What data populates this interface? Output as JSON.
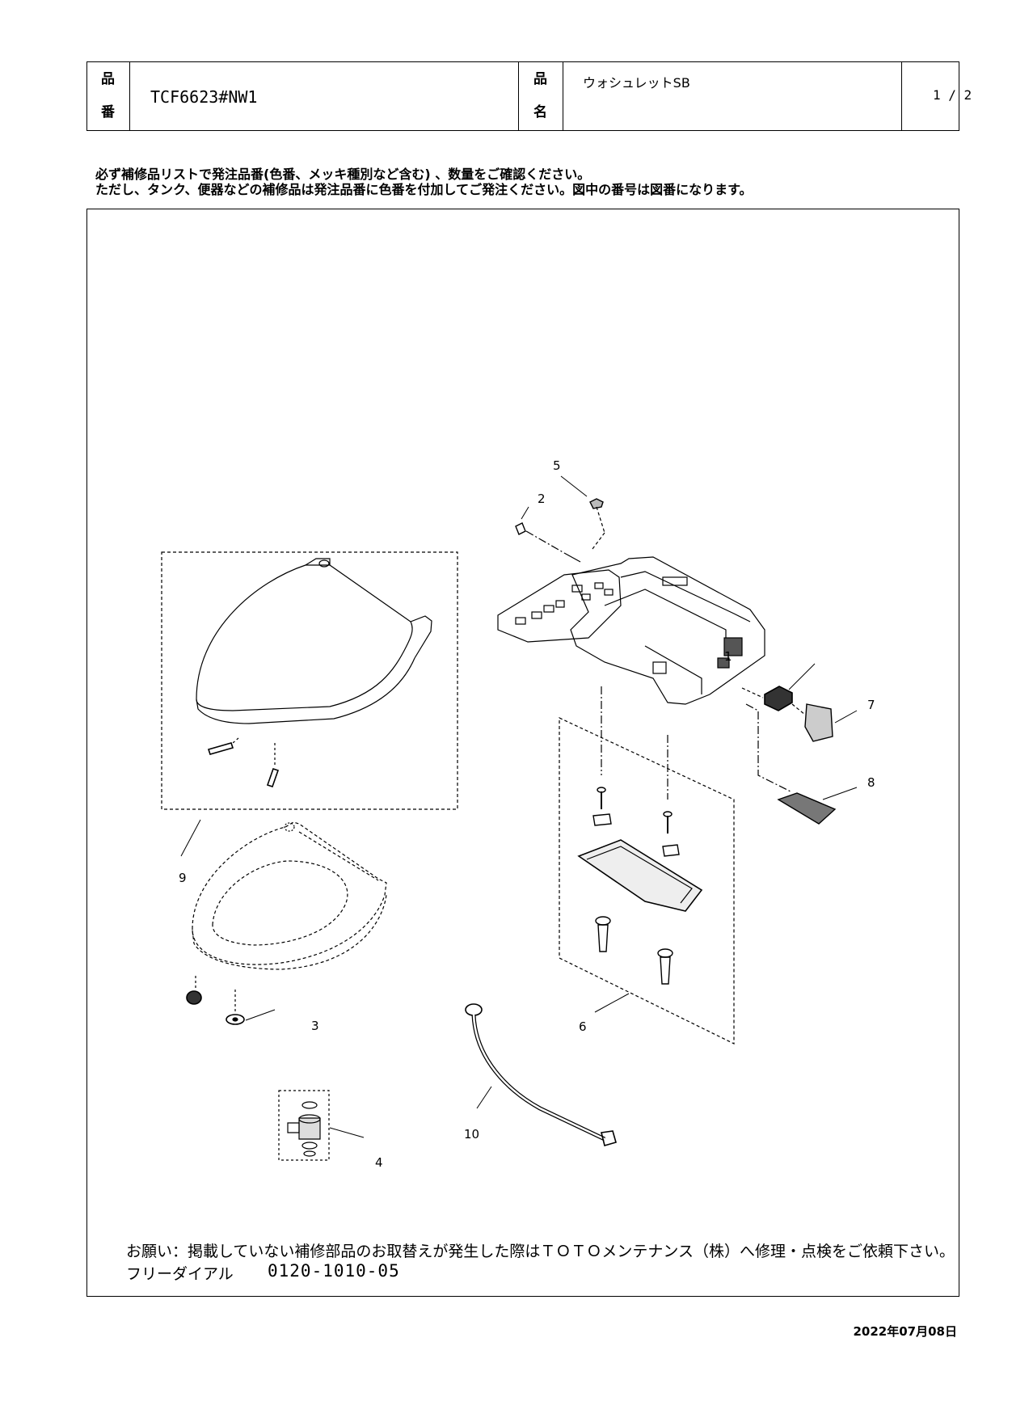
{
  "header": {
    "label_hinban_1": "品",
    "label_hinban_2": "番",
    "model_number": "TCF6623#NW1",
    "label_hinmei_1": "品",
    "label_hinmei_2": "名",
    "product_name": "ウォシュレットSB",
    "page_number": "1 / 2"
  },
  "notes": {
    "line1": "必ず補修品リストで発注品番(色番、メッキ種別など含む) 、数量をご確認ください。",
    "line2": "ただし、タンク、便器などの補修品は発注品番に色番を付加してご発注ください。図中の番号は図番になります。"
  },
  "diagram": {
    "callouts": [
      "1",
      "2",
      "3",
      "4",
      "5",
      "6",
      "7",
      "8",
      "9",
      "10"
    ]
  },
  "footer": {
    "request": "お願い：掲載していない補修部品のお取替えが発生した際はＴＯＴＯメンテナンス（株）へ修理・点検をご依頼下さい。",
    "freedial_label": "フリーダイアル",
    "freedial_number": "0120-1010-05"
  },
  "date": "2022年07月08日"
}
